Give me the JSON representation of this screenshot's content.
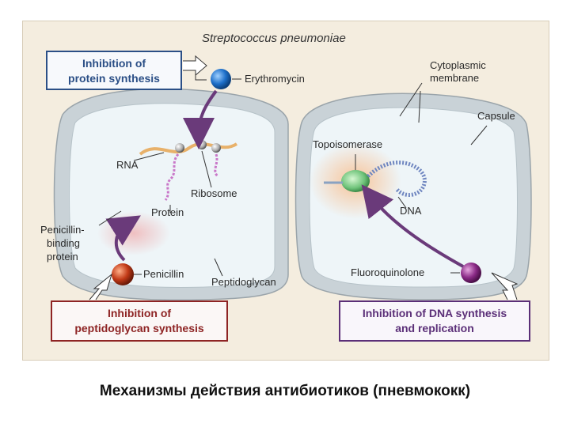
{
  "diagram": {
    "organism": "Streptococcus pneumoniae",
    "labels": {
      "erythromycin": "Erythromycin",
      "cytoplasmic_membrane_line1": "Cytoplasmic",
      "cytoplasmic_membrane_line2": "membrane",
      "capsule": "Capsule",
      "topoisomerase": "Topoisomerase",
      "rna": "RNA",
      "ribosome": "Ribosome",
      "protein": "Protein",
      "dna": "DNA",
      "pbp_line1": "Penicillin-",
      "pbp_line2": "binding",
      "pbp_line3": "protein",
      "penicillin": "Penicillin",
      "peptidoglycan": "Peptidoglycan",
      "fluoroquinolone": "Fluoroquinolone"
    },
    "mechanism_boxes": {
      "protein": {
        "line1": "Inhibition of",
        "line2": "protein synthesis",
        "color": "#2b4f86"
      },
      "peptidoglycan": {
        "line1": "Inhibition of",
        "line2": "peptidoglycan synthesis",
        "color": "#8e2424"
      },
      "dna": {
        "line1": "Inhibition of DNA synthesis",
        "line2": "and replication",
        "color": "#5b2f78"
      }
    },
    "colors": {
      "erythromycin": "#1d6fc9",
      "penicillin": "#c23a17",
      "fluoroquinolone": "#8a2a86",
      "topoisomerase": "#6fc37a",
      "cell_wall": "#bdc7cc",
      "cytoplasm": "#eef5f8"
    }
  },
  "caption": "Механизмы действия антибиотиков (пневмококк)"
}
